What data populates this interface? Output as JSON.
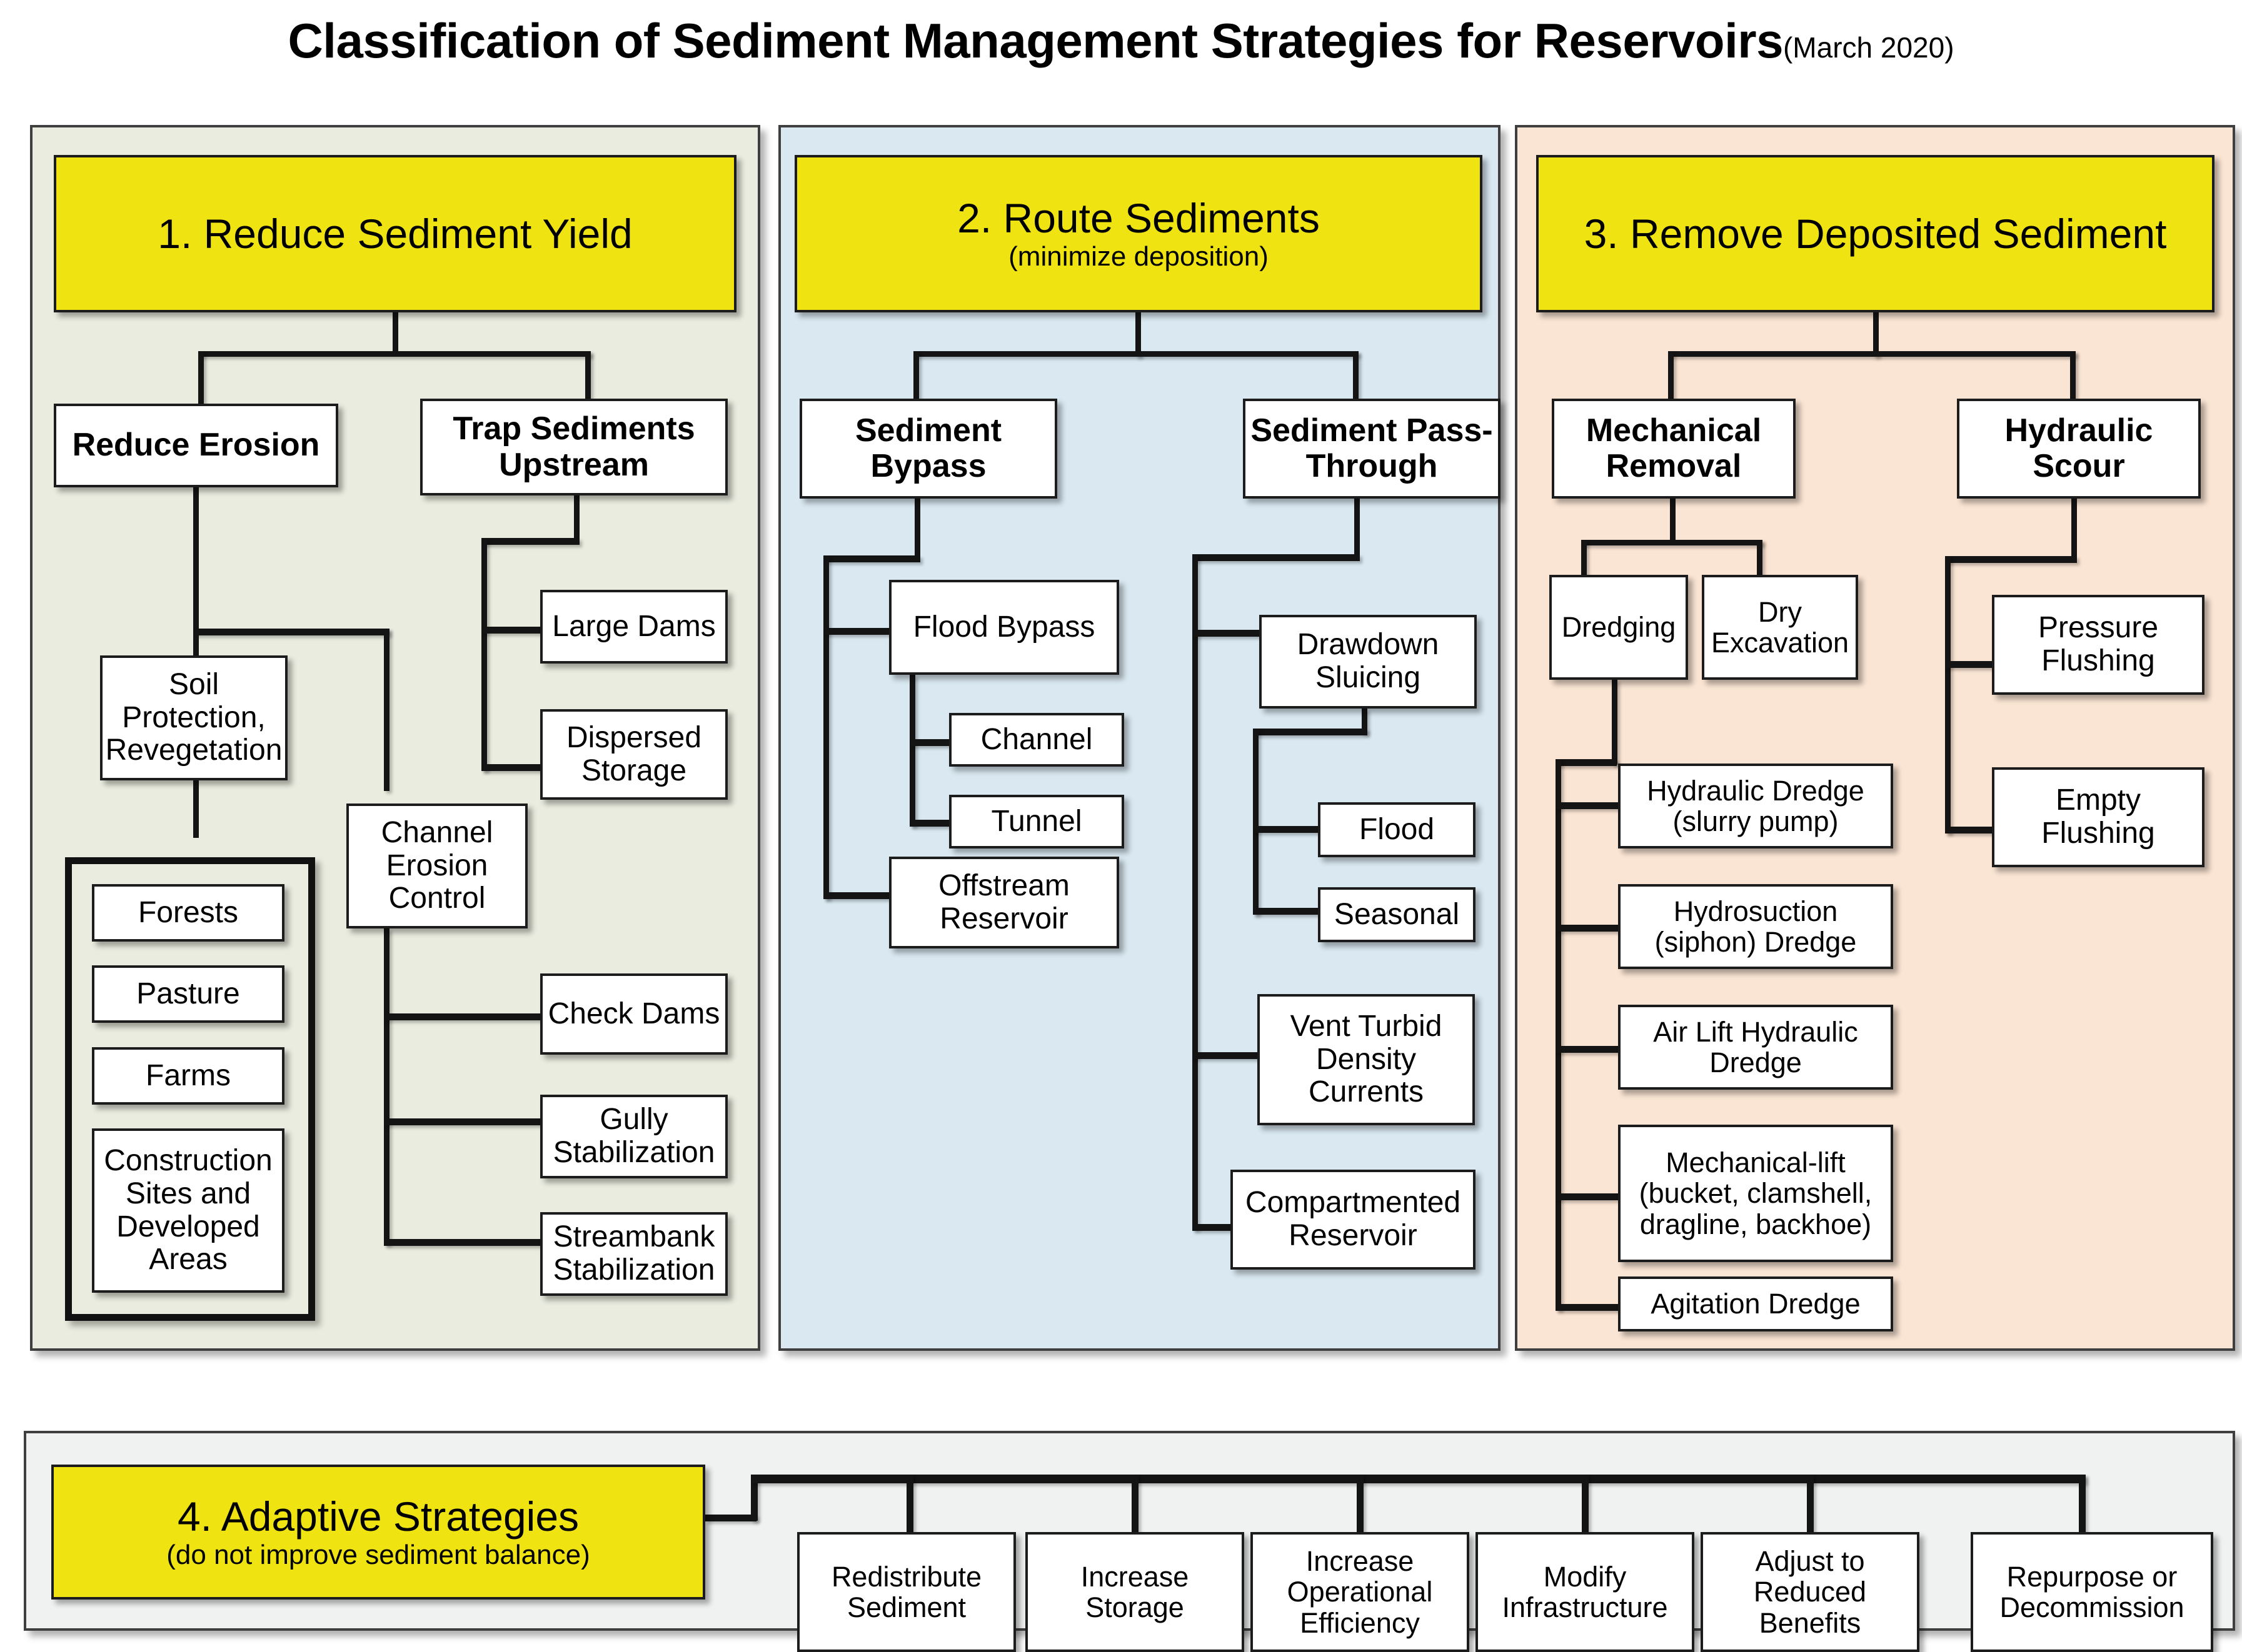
{
  "title": {
    "main": "Classification of Sediment Management Strategies for Reservoirs",
    "date": "(March 2020)"
  },
  "colors": {
    "header_yellow": "#efe411",
    "panel1_bg": "#e9ecdf",
    "panel2_bg": "#d9e8f1",
    "panel3_bg": "#fae4d3",
    "panel4_bg": "#f0f2f2",
    "box_bg": "#ffffff",
    "line": "#141414"
  },
  "columns": [
    {
      "id": "reduce-sediment-yield",
      "header": "1. Reduce Sediment Yield",
      "header_sub": "",
      "branches": [
        {
          "label": "Reduce Erosion",
          "children": [
            {
              "label": "Soil Protection, Revegetation",
              "children": [
                {
                  "label": "Forests"
                },
                {
                  "label": "Pasture"
                },
                {
                  "label": "Farms"
                },
                {
                  "label": "Construction Sites and Developed Areas"
                }
              ]
            },
            {
              "label": "Channel Erosion Control",
              "children": [
                {
                  "label": "Check Dams"
                },
                {
                  "label": "Gully Stabilization"
                },
                {
                  "label": "Streambank Stabilization"
                }
              ]
            }
          ]
        },
        {
          "label": "Trap Sediments Upstream",
          "children": [
            {
              "label": "Large Dams"
            },
            {
              "label": "Dispersed Storage"
            }
          ]
        }
      ]
    },
    {
      "id": "route-sediments",
      "header": "2. Route Sediments",
      "header_sub": "(minimize deposition)",
      "branches": [
        {
          "label": "Sediment Bypass",
          "children": [
            {
              "label": "Flood Bypass",
              "children": [
                {
                  "label": "Channel"
                },
                {
                  "label": "Tunnel"
                }
              ]
            },
            {
              "label": "Offstream Reservoir"
            }
          ]
        },
        {
          "label": "Sediment Pass-Through",
          "children": [
            {
              "label": "Drawdown Sluicing",
              "children": [
                {
                  "label": "Flood"
                },
                {
                  "label": "Seasonal"
                }
              ]
            },
            {
              "label": "Vent Turbid Density Currents"
            },
            {
              "label": "Compartmented Reservoir"
            }
          ]
        }
      ]
    },
    {
      "id": "remove-deposited-sediment",
      "header": "3. Remove Deposited Sediment",
      "header_sub": "",
      "branches": [
        {
          "label": "Mechanical Removal",
          "children": [
            {
              "label": "Dredging",
              "children": [
                {
                  "label": "Hydraulic Dredge (slurry pump)"
                },
                {
                  "label": "Hydrosuction (siphon)  Dredge"
                },
                {
                  "label": "Air Lift Hydraulic Dredge"
                },
                {
                  "label": "Mechanical-lift (bucket, clamshell, dragline, backhoe)"
                },
                {
                  "label": "Agitation Dredge"
                }
              ]
            },
            {
              "label": "Dry Excavation"
            }
          ]
        },
        {
          "label": "Hydraulic Scour",
          "children": [
            {
              "label": "Pressure Flushing"
            },
            {
              "label": "Empty Flushing"
            }
          ]
        }
      ]
    }
  ],
  "adaptive": {
    "header": "4. Adaptive Strategies",
    "header_sub": "(do not improve sediment balance)",
    "items": [
      {
        "label": "Redistribute Sediment"
      },
      {
        "label": "Increase Storage"
      },
      {
        "label": "Increase Operational Efficiency"
      },
      {
        "label": "Modify Infrastructure"
      },
      {
        "label": "Adjust to Reduced Benefits"
      },
      {
        "label": "Repurpose or Decommission"
      }
    ]
  }
}
